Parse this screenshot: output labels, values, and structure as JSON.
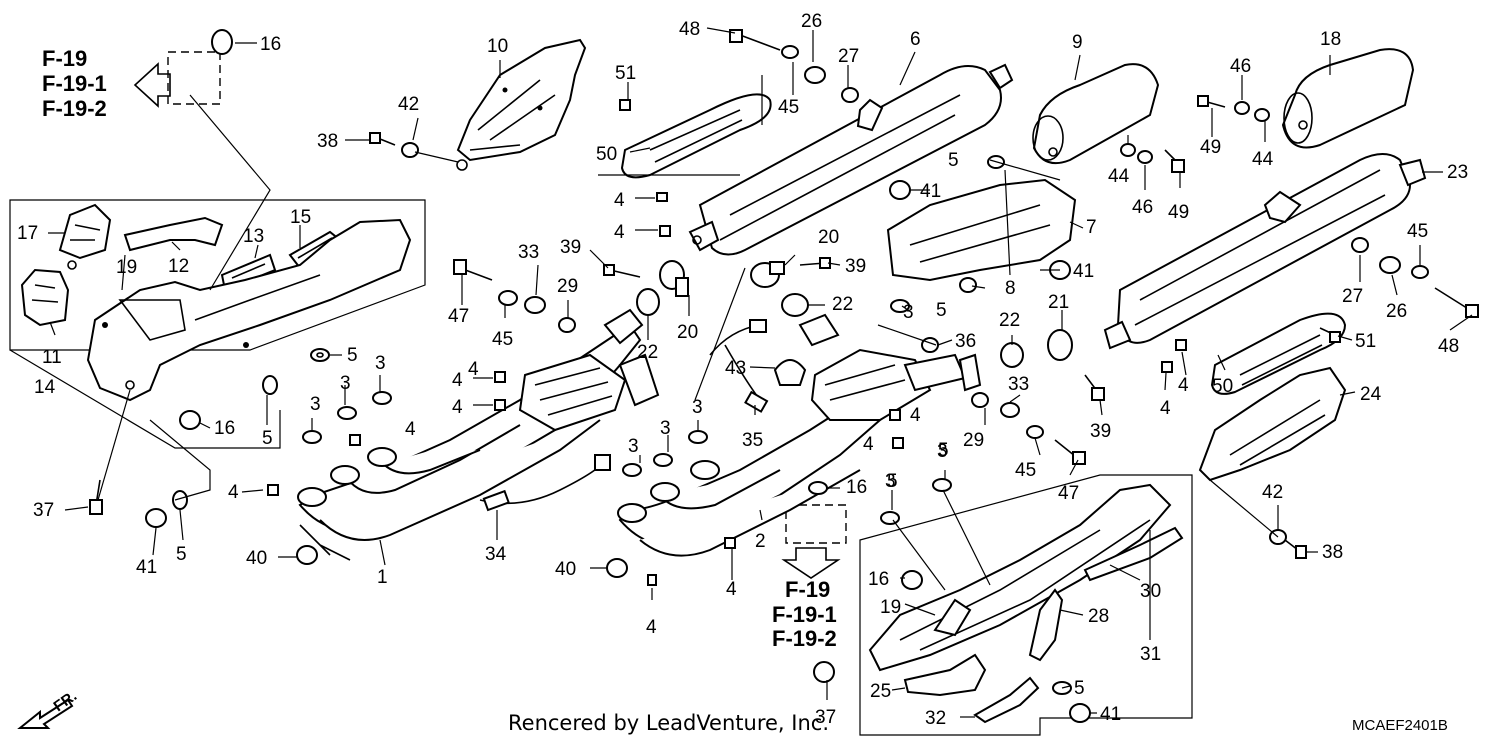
{
  "diagram": {
    "reference_blocks": [
      [
        "F-19",
        "F-19-1",
        "F-19-2"
      ],
      [
        "F-19",
        "F-19-1",
        "F-19-2"
      ]
    ],
    "part_numbers": [
      "1",
      "2",
      "3",
      "3",
      "3",
      "3",
      "3",
      "3",
      "3",
      "3",
      "3",
      "4",
      "4",
      "4",
      "4",
      "4",
      "4",
      "4",
      "4",
      "4",
      "4",
      "4",
      "4",
      "4",
      "5",
      "5",
      "5",
      "5",
      "5",
      "5",
      "5",
      "5",
      "6",
      "7",
      "8",
      "9",
      "10",
      "11",
      "12",
      "13",
      "14",
      "15",
      "16",
      "16",
      "16",
      "16",
      "17",
      "18",
      "19",
      "19",
      "20",
      "20",
      "21",
      "22",
      "22",
      "22",
      "23",
      "24",
      "25",
      "26",
      "26",
      "27",
      "27",
      "28",
      "29",
      "29",
      "30",
      "31",
      "32",
      "33",
      "33",
      "34",
      "35",
      "36",
      "37",
      "37",
      "38",
      "38",
      "39",
      "39",
      "39",
      "40",
      "40",
      "41",
      "41",
      "41",
      "41",
      "42",
      "42",
      "43",
      "44",
      "44",
      "45",
      "45",
      "45",
      "45",
      "46",
      "46",
      "47",
      "47",
      "48",
      "48",
      "49",
      "49",
      "50",
      "50",
      "51",
      "51"
    ],
    "front_marker": "FR.",
    "credit": "Rencered by LeadVenture, Inc.",
    "drawing_code": "MCAEF2401B"
  }
}
